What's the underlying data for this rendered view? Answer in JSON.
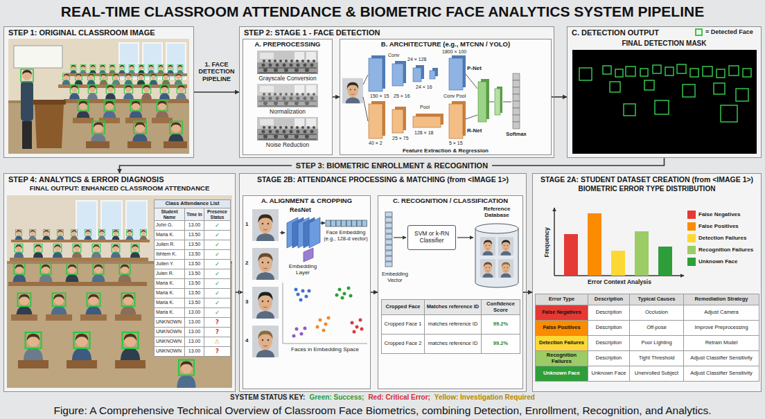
{
  "diagram": {
    "title": "REAL-TIME CLASSROOM ATTENDANCE & BIOMETRIC FACE ANALYTICS SYSTEM PIPELINE",
    "caption": "Figure: A Comprehensive Technical Overview of Classroom Face Biometrics, combining Detection, Enrollment, Recognition, and Analytics.",
    "nodes": [
      {
        "text": [
          "STEP 1: ORIGINAL CLASSROOM IMAGE"
        ]
      },
      {
        "text": [
          "STEP 2: STAGE 1 - FACE DETECTION"
        ]
      },
      {
        "text": [
          "A. PREPROCESSING"
        ],
        "in": 1
      },
      {
        "text": [
          "B. ARCHITECTURE (e.g., MTCNN / YOLO)"
        ],
        "in": 1
      },
      {
        "text": [
          "C. DETECTION OUTPUT",
          "FINAL DETECTION MASK"
        ]
      },
      {
        "text": [
          "STEP 4: ANALYTICS & ERROR DIAGNOSIS",
          "FINAL OUTPUT: ENHANCED CLASSROOM ATTENDANCE"
        ]
      },
      {
        "text": [
          "STAGE 2B: ATTENDANCE PROCESSING & MATCHING (from <IMAGE 1>)"
        ]
      },
      {
        "text": [
          "A. ALIGNMENT & CROPPING"
        ],
        "in": 6
      },
      {
        "text": [
          "C. RECOGNITION / CLASSIFICATION"
        ],
        "in": 6
      },
      {
        "text": [
          "SVM or k-RN Classifier"
        ],
        "in": 8
      },
      {
        "text": [
          "STAGE 2A: STUDENT DATASET CREATION (from <IMAGE 1>)",
          "BIOMETRIC ERROR TYPE DISTRIBUTION"
        ]
      }
    ],
    "edges": [
      {
        "from": 0,
        "to": 1,
        "arrow": "to",
        "label": "1. FACE DETECTION PIPELINE"
      },
      {
        "from": 2,
        "to": 3,
        "arrow": "to"
      },
      {
        "from": 3,
        "to": 4,
        "arrow": "to"
      },
      {
        "from": 4,
        "to": 5,
        "arrow": "to",
        "label": "STEP 3: BIOMETRIC ENROLLMENT & RECOGNITION"
      },
      {
        "from": 5,
        "to": 7,
        "arrow": "to"
      },
      {
        "from": 7,
        "to": 8,
        "arrow": "to"
      },
      {
        "from": 8,
        "to": 10,
        "arrow": "to"
      }
    ],
    "labels": [
      "Grayscale Conversion",
      "Normalization",
      "Noise Reduction",
      "Conv",
      "24 × 128",
      "24 × 16",
      "1800 × 100",
      "P-Net",
      "150 × 15",
      "25 × 16",
      "Pool",
      "R-Net",
      "40 × 2",
      "25 × 75",
      "128 × 18",
      "Conv Pool",
      "5 × 15",
      "Softmax",
      "Feature Extraction & Regression",
      "Class Attendance List",
      "Student Name",
      "Time In",
      "Presence Status",
      "John G.",
      "13.00",
      "✓",
      "Maria K.",
      "13.50",
      "✓",
      "Julien R.",
      "13.50",
      "✓",
      "Ibhtem K.",
      "13.50",
      "✓",
      "Julien Y.",
      "13.50",
      "✓",
      "Julen R.",
      "13.50",
      "✓",
      "Maria K.",
      "13.50",
      "✓",
      "Maria K.",
      "13.50",
      "✓",
      "Maria K.",
      "13.50",
      "✓",
      "Maria K.",
      "13.00",
      "✓",
      "UNKNOWN",
      "13.00",
      "?",
      "UNKNOWN",
      "13.00",
      "?",
      "UNKNOWN",
      "13.00",
      "⚠",
      "UNKNOWN",
      "13.00",
      "?",
      "1",
      "2",
      "3",
      "4",
      "ResNet",
      "Embedding Layer",
      "Face Embedding (e.g., 128-d vector)",
      "Faces in Embedding Space",
      "Embedding Vector",
      "Reference Database",
      "Cropped Face",
      "Matches reference ID",
      "Confidence Score",
      "Cropped Face 1",
      "matches reference ID",
      "99.2%",
      "Cropped Face 2",
      "matches reference ID",
      "99.2%",
      "Frequency",
      "Error Context Analysis",
      "Error Type",
      "Description",
      "Typical Causes",
      "Remediation Strategy",
      "False Negatives",
      "Description",
      "Occlusion",
      "Adjust Camera",
      "False Positives",
      "Description",
      "Off-pose",
      "Improve Preprocessing",
      "Detection Failures",
      "Description",
      "Poor Lighting",
      "Retrain Model",
      "Recognition Failures",
      "Description",
      "Tight Threshold",
      "Adjust Classifier Sensitivity",
      "Unknown Face",
      "Unknown Face",
      "Unenrolled Subject",
      "Adjust Classifier Sensitivity",
      "SYSTEM STATUS KEY:",
      "Green: Success;",
      "Red: Critical Error;",
      "Yellow: Investigation Required"
    ],
    "legend": [
      {
        "text": "= Detected Face"
      },
      {
        "text": "False Negatives",
        "color": "#e53935"
      },
      {
        "text": "False Positives",
        "color": "#fb8c00"
      },
      {
        "text": "Detection Failures",
        "color": "#fdd835"
      },
      {
        "text": "Recognition Failures",
        "color": "#9ccc65"
      },
      {
        "text": "Unknown Face",
        "color": "#2e9e3a"
      }
    ]
  }
}
